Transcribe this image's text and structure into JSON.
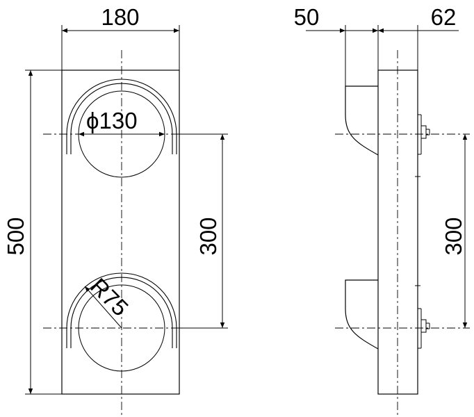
{
  "dimensions": {
    "front_width": "180",
    "side_depth_left": "50",
    "side_depth_right": "62",
    "front_height": "500",
    "front_lamp_spacing": "300",
    "side_lamp_spacing": "300",
    "lamp_diameter": "ϕ130",
    "hood_radius": "R75"
  }
}
